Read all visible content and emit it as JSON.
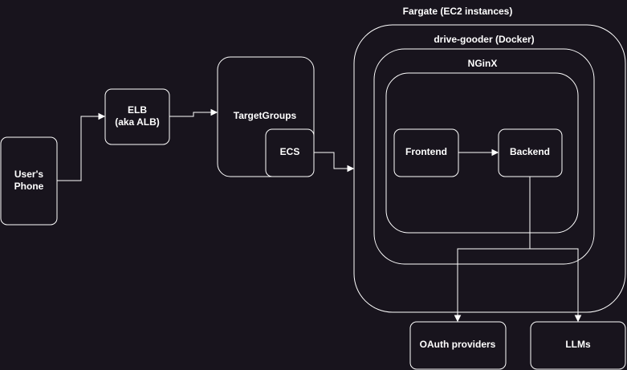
{
  "colors": {
    "background": "#18141d",
    "stroke": "#ffffff",
    "text": "#ffffff"
  },
  "labels": {
    "phone_line1": "User's",
    "phone_line2": "Phone",
    "elb_line1": "ELB",
    "elb_line2": "(aka ALB)",
    "target_groups": "TargetGroups",
    "ecs": "ECS",
    "fargate": "Fargate (EC2 instances)",
    "docker": "drive-gooder (Docker)",
    "nginx": "NGinX",
    "frontend": "Frontend",
    "backend": "Backend",
    "oauth": "OAuth providers",
    "llms": "LLMs"
  }
}
